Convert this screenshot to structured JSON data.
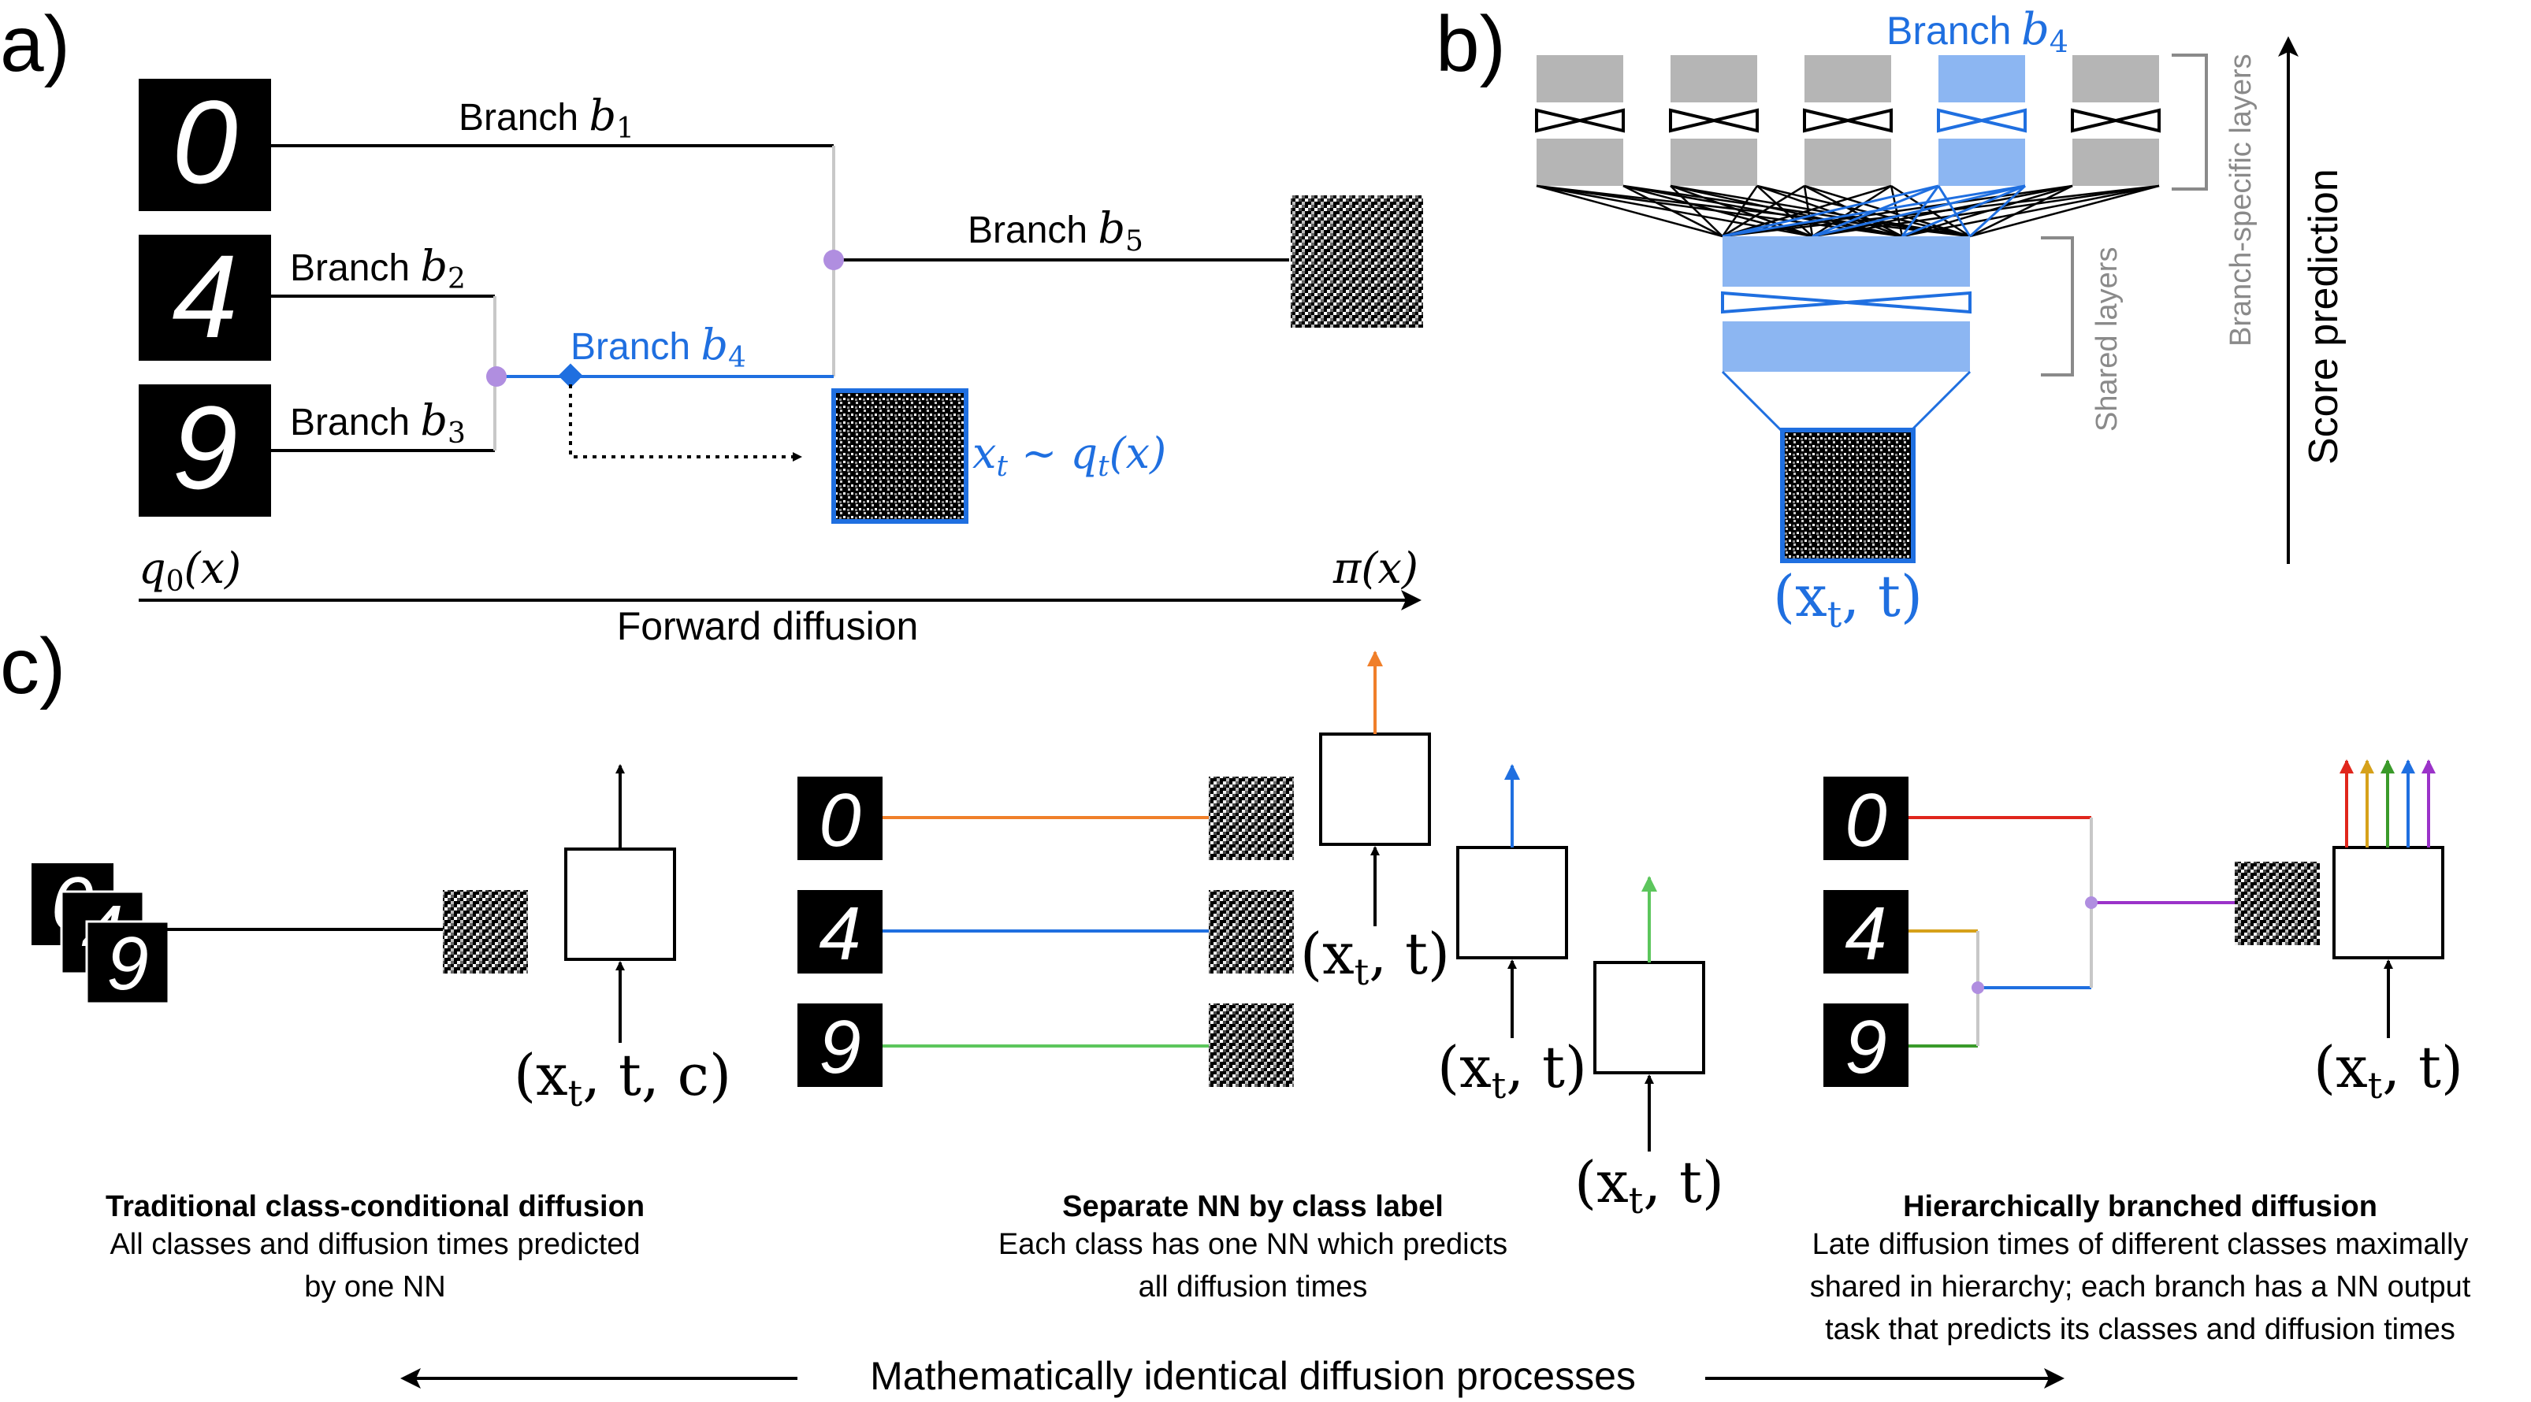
{
  "panel_labels": {
    "a": "a)",
    "b": "b)",
    "c": "c)"
  },
  "colors": {
    "black": "#000000",
    "blue": "#1f6fe0",
    "light_blue": "#8cb6f2",
    "gray_block": "#b5b5b5",
    "gray_text": "#8a8a8a",
    "purple": "#b08ee0",
    "orange": "#f07f2a",
    "green": "#5cc65c",
    "red": "#e0261c",
    "gold": "#d6a11a",
    "dark_green": "#3a9a2a",
    "violet": "#9b33c9"
  },
  "panel_a": {
    "branch_prefix": "Branch",
    "branches": [
      {
        "id": "b1",
        "sub": "1"
      },
      {
        "id": "b2",
        "sub": "2"
      },
      {
        "id": "b3",
        "sub": "3"
      },
      {
        "id": "b4",
        "sub": "4"
      },
      {
        "id": "b5",
        "sub": "5"
      }
    ],
    "digits": [
      "0",
      "4",
      "9"
    ],
    "xt_label_var": "x",
    "xt_label_sub": "t",
    "xt_label_rest": " ∼ q",
    "xt_label_end": "(x)",
    "q0_label": "q",
    "q0_sub": "0",
    "q0_end": "(x)",
    "pi_label": "π(x)",
    "axis_label": "Forward diffusion"
  },
  "panel_b": {
    "branch_label": "Branch",
    "branch_sub": "4",
    "branch_specific_label": "Branch-specific layers",
    "shared_label": "Shared layers",
    "score_label": "Score prediction",
    "input_label_a": "(x",
    "input_label_sub": "t",
    "input_label_b": ", t)"
  },
  "panel_c": {
    "traditional": {
      "title": "Traditional class-conditional diffusion",
      "line1": "All classes and diffusion times predicted",
      "line2": "by one NN",
      "input_a": "(x",
      "input_sub": "t",
      "input_b": ", t, c)"
    },
    "separate": {
      "title": "Separate NN by class label",
      "line1": "Each class has one NN which predicts",
      "line2": "all diffusion times",
      "input_a": "(x",
      "input_sub": "t",
      "input_b": ", t)"
    },
    "hierarchical": {
      "title": "Hierarchically branched diffusion",
      "line1": "Late diffusion times of different classes maximally",
      "line2": "shared in hierarchy; each branch has a NN output",
      "line3": "task that predicts its classes and diffusion times",
      "input_a": "(x",
      "input_sub": "t",
      "input_b": ", t)"
    },
    "bottom_label": "Mathematically identical diffusion processes",
    "digits": [
      "0",
      "4",
      "9"
    ]
  }
}
